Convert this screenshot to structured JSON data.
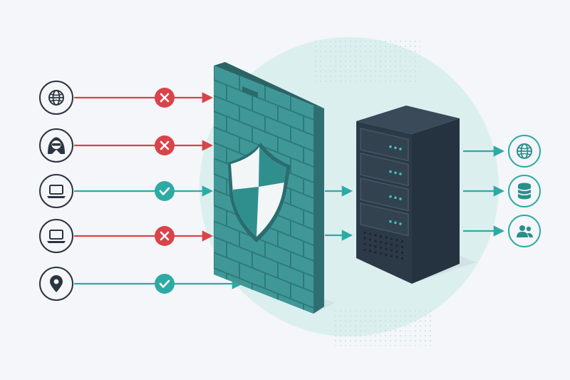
{
  "colors": {
    "background": "#f4f6f9",
    "glow": "#dcefef",
    "blocked": "#d9434a",
    "allowed": "#2eaaa4",
    "icon_stroke": "#2b3440",
    "wall_face": "#3f9897",
    "wall_top": "#2f6f72",
    "server_dark": "#25323f",
    "server_mid": "#33424f",
    "led": "#3fc2c0"
  },
  "sources": [
    {
      "icon": "globe-icon",
      "status": "blocked"
    },
    {
      "icon": "hacker-icon",
      "status": "blocked"
    },
    {
      "icon": "laptop-icon",
      "status": "allowed"
    },
    {
      "icon": "laptop-icon",
      "status": "blocked"
    },
    {
      "icon": "location-pin-icon",
      "status": "allowed"
    }
  ],
  "firewall": {
    "icon": "shield-icon"
  },
  "server": {
    "icon": "server-rack-icon",
    "units": 4
  },
  "destinations": [
    {
      "icon": "globe-icon"
    },
    {
      "icon": "database-icon"
    },
    {
      "icon": "users-icon"
    }
  ]
}
